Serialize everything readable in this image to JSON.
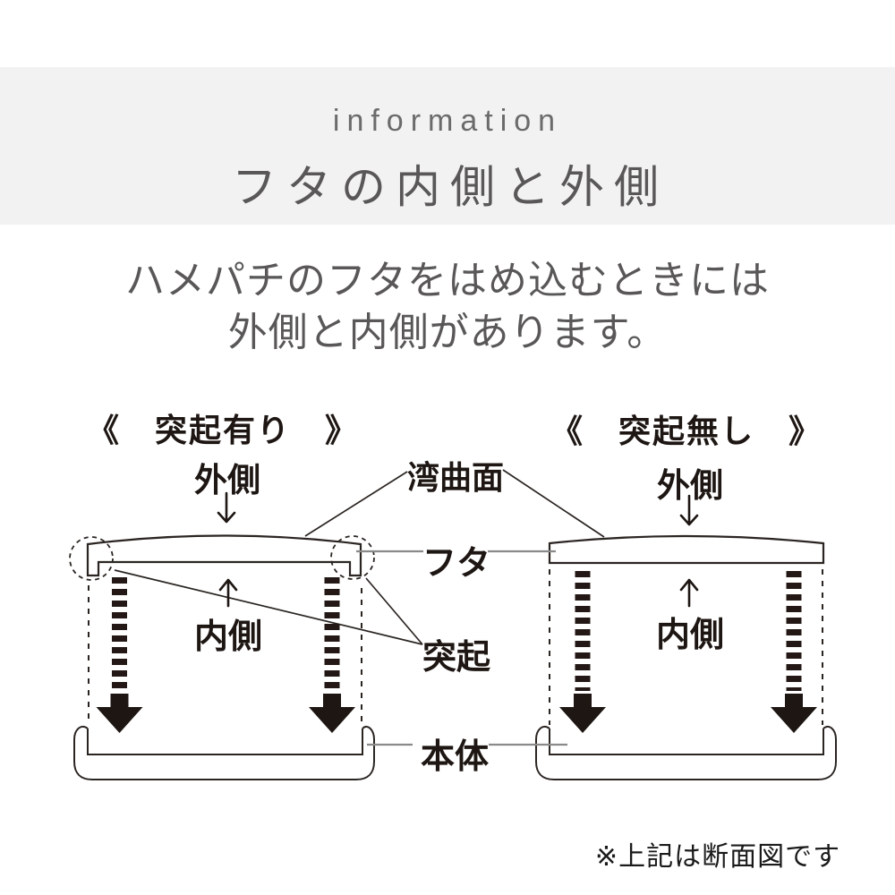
{
  "header": {
    "eyebrow": "information",
    "title": "フタの内側と外側"
  },
  "intro": {
    "line1": "ハメパチのフタをはめ込むときには",
    "line2": "外側と内側があります。"
  },
  "diagram_left": {
    "heading": "《　突起有り　》",
    "outer_label": "外側",
    "inner_label": "内側"
  },
  "diagram_right": {
    "heading": "《　突起無し　》",
    "outer_label": "外側",
    "inner_label": "内側"
  },
  "part_labels": {
    "curved_surface": "湾曲面",
    "lid": "フタ",
    "protrusion": "突起",
    "body": "本体"
  },
  "footnote": "※上記は断面図です",
  "colors": {
    "band_background": "#f2f2f2",
    "eyebrow_text": "#6b6b6b",
    "heading_text": "#595757",
    "diagram_text": "#1d1613",
    "line_art": "#2b2522",
    "hatch_fill": "#231815",
    "arrow_fill": "#1d1613",
    "pointer_line_gray": "#8a8a8a"
  }
}
